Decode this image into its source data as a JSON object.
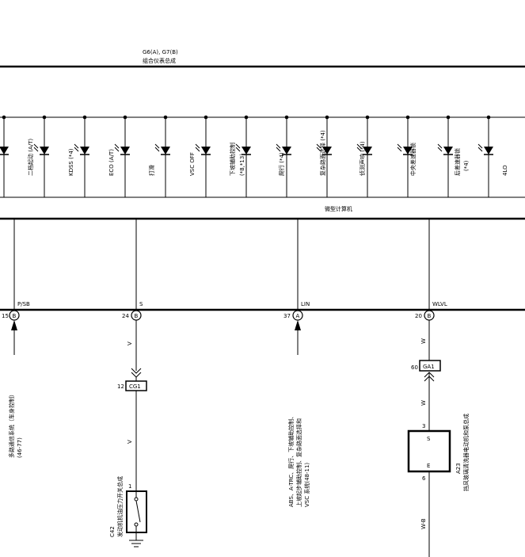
{
  "header": {
    "connector_codes": "G6(A), G7(B)",
    "component_name": "组合仪表总成"
  },
  "indicators": [
    "二档起动 (A/T)",
    "KDSS (*4)",
    "ECO (A/T)",
    "打滑",
    "VSC OFF",
    "下坡辅助控制",
    "爬行 (*4)",
    "复杂路面选择 (*4)",
    "侦测声响 (*4)",
    "中央差速器锁",
    "后差速器锁",
    "4LO"
  ],
  "indicator_notes": {
    "downhill": "(*8,*13)",
    "rear_diff": "(*4)"
  },
  "microcomputer_label": "微型计算机",
  "pins": [
    {
      "num": "15",
      "conn": "B",
      "signal": "P/SB"
    },
    {
      "num": "24",
      "conn": "B",
      "signal": "S"
    },
    {
      "num": "37",
      "conn": "A",
      "signal": "LIN"
    },
    {
      "num": "20",
      "conn": "B",
      "signal": "WLVL"
    }
  ],
  "branch_psb": {
    "line1": "多路通信系统（车身控制）",
    "line2": "(46-77)"
  },
  "branch_s": {
    "wire_color_1": "V",
    "connector_pin": "12",
    "connector": "CG1",
    "wire_color_2": "V",
    "switch_pin": "1",
    "component_code": "C42",
    "component_name": "发动机机油压力开关总成"
  },
  "branch_lin": {
    "line1": "ABS、A-TRC、爬行、下坡辅助控制、",
    "line2": "上坡起步辅助控制、复杂路面选择和",
    "line3": "VSC 系统(48-11)"
  },
  "branch_wlvl": {
    "wire_color_1": "W",
    "connector_pin": "60",
    "connector": "GA1",
    "wire_color_2": "W",
    "pin_top": "3",
    "terminal_s": "S",
    "terminal_e": "E",
    "pin_bottom": "6",
    "wire_color_3": "W-B",
    "component_code": "A23",
    "component_name": "挡风玻璃清洗器电动机和泵总成"
  }
}
